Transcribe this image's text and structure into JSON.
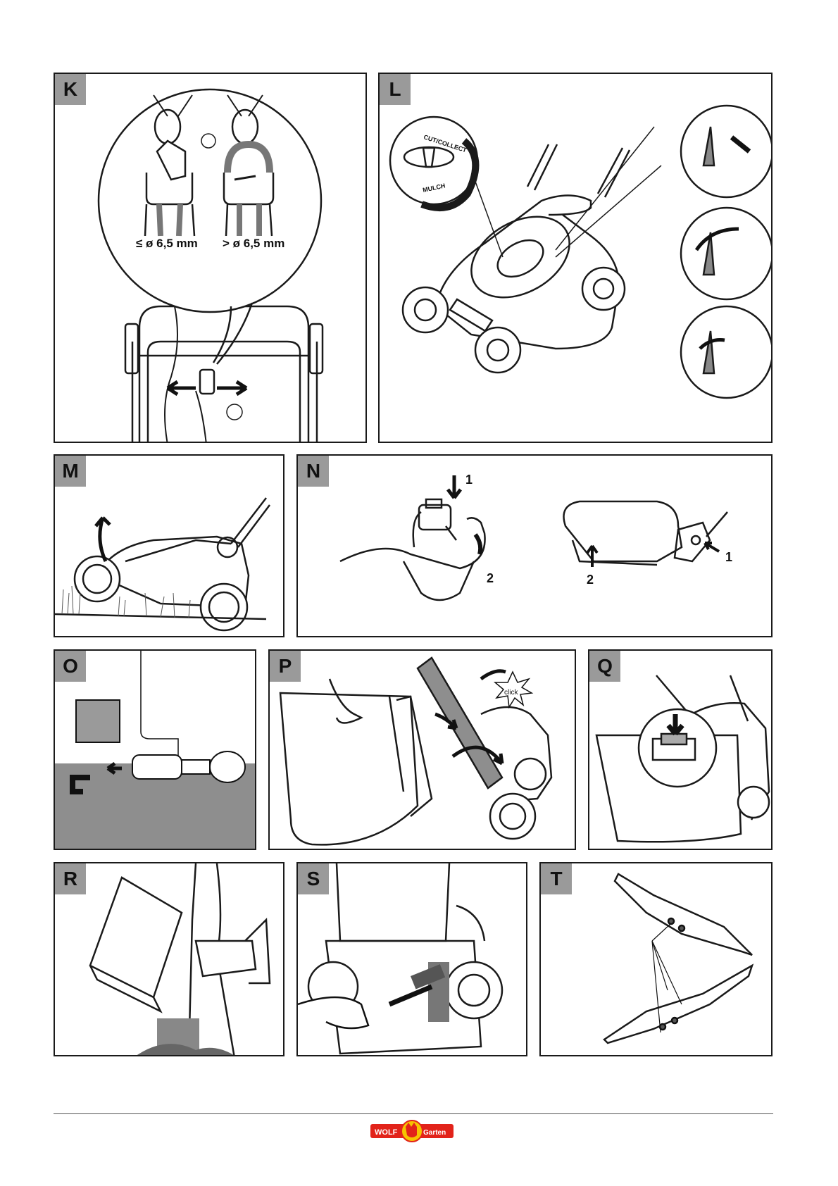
{
  "panels": {
    "K": {
      "tag": "K",
      "label_small": "≤ ø 6,5 mm",
      "label_large": "> ø 6,5 mm"
    },
    "L": {
      "tag": "L",
      "dial_top": "CUT/COLLECT",
      "dial_bottom": "MULCH"
    },
    "M": {
      "tag": "M"
    },
    "N": {
      "tag": "N",
      "step1a": "1",
      "step2a": "2",
      "step1b": "1",
      "step2b": "2"
    },
    "O": {
      "tag": "O"
    },
    "P": {
      "tag": "P",
      "click": "click"
    },
    "Q": {
      "tag": "Q"
    },
    "R": {
      "tag": "R"
    },
    "S": {
      "tag": "S"
    },
    "T": {
      "tag": "T"
    }
  },
  "footer": {
    "brand_left": "WOLF",
    "brand_right": "Garten",
    "brand_color": "#e2231a",
    "brand_accent": "#f6c300"
  }
}
